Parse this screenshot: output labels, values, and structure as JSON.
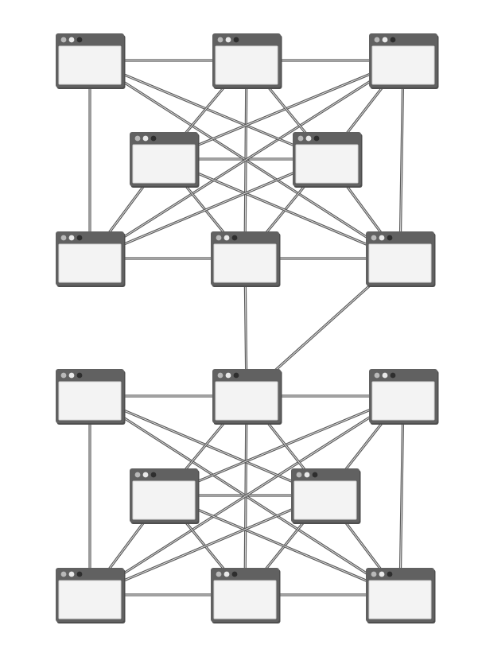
{
  "diagram": {
    "type": "network-topology",
    "node_icon": "browser-window-icon",
    "colors": {
      "background": "#ffffff",
      "edge": "#5a5a5a",
      "window_frame": "#616161",
      "window_body": "#f3f3f3"
    },
    "clusters": [
      {
        "id": "cluster-top",
        "nodes": [
          "t1",
          "t2",
          "t3",
          "t4",
          "t5",
          "t6",
          "t7",
          "t8"
        ],
        "edges": [
          [
            "t1",
            "t2"
          ],
          [
            "t2",
            "t3"
          ],
          [
            "t6",
            "t7"
          ],
          [
            "t7",
            "t8"
          ],
          [
            "t4",
            "t5"
          ],
          [
            "t1",
            "t6"
          ],
          [
            "t2",
            "t7"
          ],
          [
            "t3",
            "t8"
          ],
          [
            "t1",
            "t8"
          ],
          [
            "t3",
            "t6"
          ],
          [
            "t1",
            "t5"
          ],
          [
            "t3",
            "t4"
          ],
          [
            "t4",
            "t7"
          ],
          [
            "t5",
            "t7"
          ],
          [
            "t4",
            "t6"
          ],
          [
            "t5",
            "t8"
          ],
          [
            "t2",
            "t4"
          ],
          [
            "t2",
            "t5"
          ],
          [
            "t4",
            "t8"
          ],
          [
            "t5",
            "t6"
          ],
          [
            "t5",
            "t3"
          ]
        ]
      },
      {
        "id": "cluster-bottom",
        "nodes": [
          "b1",
          "b2",
          "b3",
          "b4",
          "b5",
          "b6",
          "b7",
          "b8"
        ],
        "edges": [
          [
            "b1",
            "b2"
          ],
          [
            "b2",
            "b3"
          ],
          [
            "b6",
            "b7"
          ],
          [
            "b7",
            "b8"
          ],
          [
            "b4",
            "b5"
          ],
          [
            "b1",
            "b6"
          ],
          [
            "b2",
            "b7"
          ],
          [
            "b3",
            "b8"
          ],
          [
            "b1",
            "b8"
          ],
          [
            "b3",
            "b6"
          ],
          [
            "b1",
            "b5"
          ],
          [
            "b3",
            "b4"
          ],
          [
            "b4",
            "b7"
          ],
          [
            "b5",
            "b7"
          ],
          [
            "b4",
            "b6"
          ],
          [
            "b5",
            "b8"
          ],
          [
            "b2",
            "b4"
          ],
          [
            "b2",
            "b5"
          ],
          [
            "b4",
            "b8"
          ],
          [
            "b5",
            "b6"
          ],
          [
            "b5",
            "b3"
          ]
        ]
      }
    ],
    "bridge_edges": [
      [
        "t7",
        "b2"
      ],
      [
        "t8",
        "b2"
      ]
    ]
  }
}
